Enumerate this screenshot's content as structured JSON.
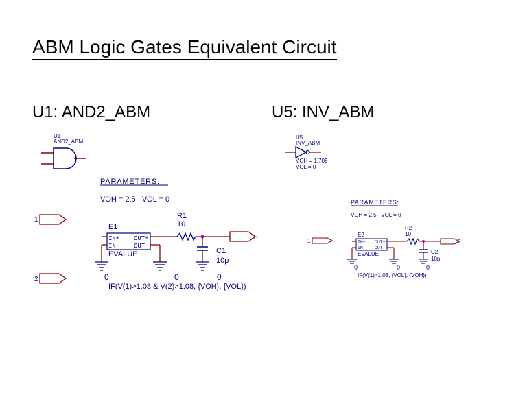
{
  "slide": {
    "title": "ABM Logic Gates Equivalent Circuit",
    "left_heading": "U1: AND2_ABM",
    "right_heading": "U5: INV_ABM"
  },
  "and_gate": {
    "ref": "U1",
    "part": "AND2_ABM",
    "params_header": "PARAMETERS:",
    "params": "VOH = 2.5   VOL = 0",
    "node_in1": "1",
    "node_in2": "2",
    "node_out": "3",
    "source_ref": "E1",
    "source_pin_inp": "IN+",
    "source_pin_inm": "IN-",
    "source_pin_outp": "OUT+",
    "source_pin_outm": "OUT-",
    "source_type": "EVALUE",
    "resistor_ref": "R1",
    "resistor_value": "10",
    "cap_ref": "C1",
    "cap_value": "10p",
    "ground_1": "0",
    "ground_2": "0",
    "ground_3": "0",
    "expression": "IF(V(1)>1.08 & V(2)>1.08, {VOH}, {VOL})"
  },
  "inv_gate": {
    "ref": "U5",
    "part": "INV_ABM",
    "voh": "VOH = 1.709",
    "vol": "VOL = 0",
    "params_header": "PARAMETERS:",
    "params": "VOH = 2.5   VOL = 0",
    "node_in": "1",
    "node_out": "2",
    "source_ref": "E2",
    "source_pin_inp": "IN+",
    "source_pin_inm": "IN-",
    "source_pin_outp": "OUT+",
    "source_pin_outm": "OUT-",
    "source_type": "EVALUE",
    "resistor_ref": "R2",
    "resistor_value": "10",
    "cap_ref": "C2",
    "cap_value": "10p",
    "ground_1": "0",
    "ground_2": "0",
    "ground_3": "0",
    "expression": "IF(V(1)>1.08, {VOL}, {VOH})"
  },
  "colors": {
    "wire": "#8b0000",
    "component": "#000080",
    "text": "#000080",
    "junction": "#c000c0",
    "gate_pins": "#8b0000"
  }
}
